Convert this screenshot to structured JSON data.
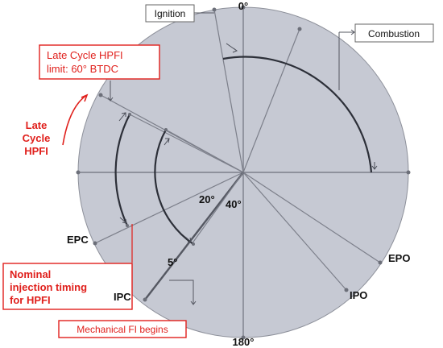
{
  "angles": {
    "top": "0°",
    "bottom": "180°",
    "a20": "20°",
    "a40": "40°",
    "a5": "5°"
  },
  "events": {
    "epc": "EPC",
    "ipc": "IPC",
    "epo": "EPO",
    "ipo": "IPO"
  },
  "callouts": {
    "ignition": "Ignition",
    "combustion": "Combustion",
    "late_limit_line1": "Late Cycle HPFI",
    "late_limit_line2": "limit: 60° BTDC",
    "late_cycle_line1": "Late",
    "late_cycle_line2": "Cycle",
    "late_cycle_line3": "HPFI",
    "nominal_line1": "Nominal",
    "nominal_line2": "injection timing",
    "nominal_line3": "for HPFI",
    "mechanical": "Mechanical FI begins"
  },
  "colors": {
    "disc": "#c6c9d3",
    "line": "#7c7f8a",
    "arc": "#2c2f38",
    "accent": "#e0201c"
  }
}
